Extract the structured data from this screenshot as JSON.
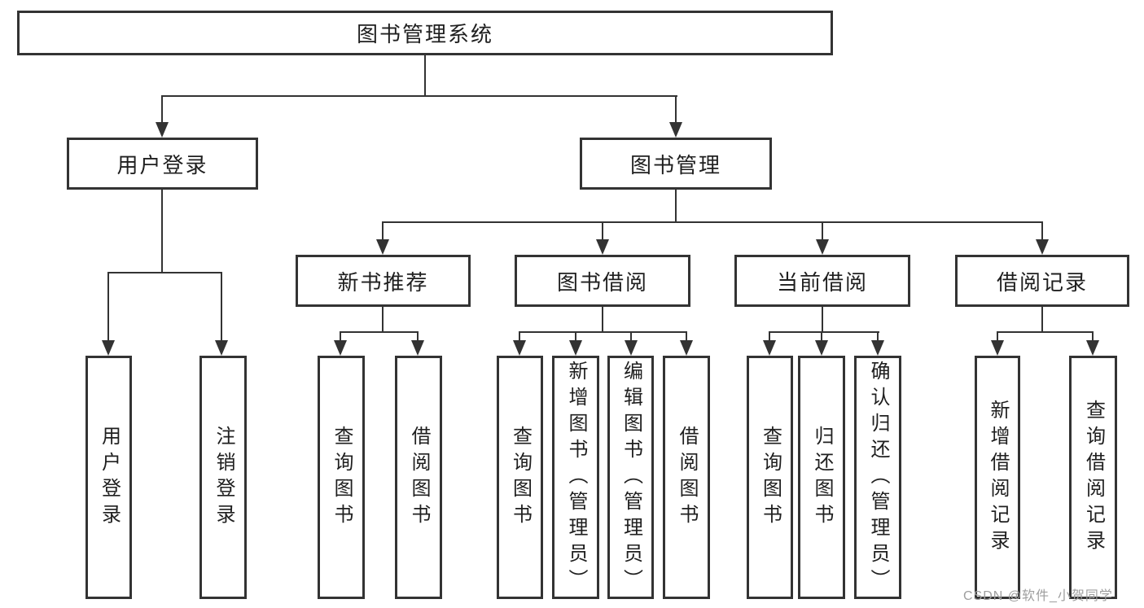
{
  "diagram": {
    "nodes": {
      "root": "图书管理系统",
      "user_login": "用户登录",
      "book_management": "图书管理",
      "new_book_recommend": "新书推荐",
      "book_borrow": "图书借阅",
      "current_borrow": "当前借阅",
      "borrow_records": "借阅记录",
      "leaf_user_login": "用户登录",
      "leaf_logout": "注销登录",
      "leaf_nb_query": "查询图书",
      "leaf_nb_borrow": "借阅图书",
      "leaf_bb_query": "查询图书",
      "leaf_bb_add": "新增图书（管理员）",
      "leaf_bb_edit": "编辑图书（管理员）",
      "leaf_bb_borrow": "借阅图书",
      "leaf_cb_query": "查询图书",
      "leaf_cb_return": "归还图书",
      "leaf_cb_confirm": "确认归还（管理员）",
      "leaf_rec_add": "新增借阅记录",
      "leaf_rec_query": "查询借阅记录"
    },
    "structure": {
      "图书管理系统": [
        "用户登录",
        "图书管理"
      ],
      "用户登录": [
        "用户登录",
        "注销登录"
      ],
      "图书管理": [
        "新书推荐",
        "图书借阅",
        "当前借阅",
        "借阅记录"
      ],
      "新书推荐": [
        "查询图书",
        "借阅图书"
      ],
      "图书借阅": [
        "查询图书",
        "新增图书（管理员）",
        "编辑图书（管理员）",
        "借阅图书"
      ],
      "当前借阅": [
        "查询图书",
        "归还图书",
        "确认归还（管理员）"
      ],
      "借阅记录": [
        "新增借阅记录",
        "查询借阅记录"
      ]
    }
  },
  "watermark": "CSDN @软件_小贺同学",
  "colors": {
    "line": "#333333",
    "text": "#1f1f1f",
    "watermark": "#9e9e9e",
    "background": "#ffffff"
  }
}
